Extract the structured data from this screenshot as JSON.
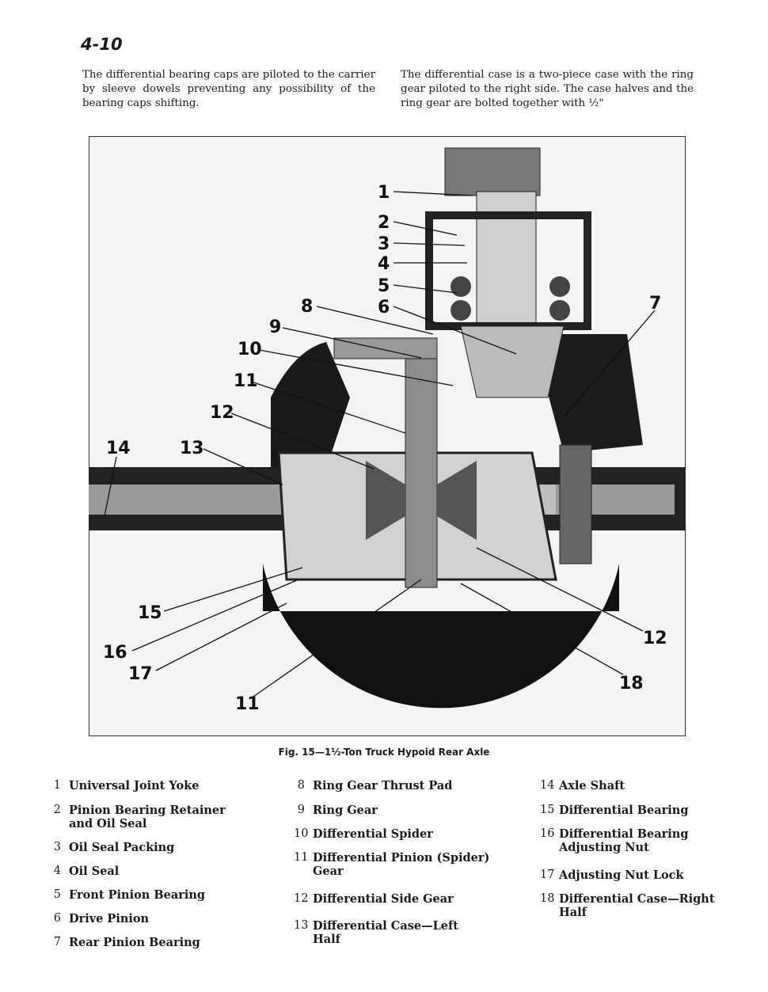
{
  "page_number": "4-10",
  "paragraphs": [
    "The differential bearing caps are piloted to the carrier by sleeve dowels preventing any possibility of the bearing caps shifting.",
    "The differential case is a two-piece case with the ring gear piloted to the right side. The case halves and the ring gear are bolted together with ½\""
  ],
  "figure": {
    "callouts": [
      "1",
      "2",
      "3",
      "4",
      "5",
      "6",
      "7",
      "8",
      "9",
      "10",
      "11",
      "12",
      "13",
      "14",
      "15",
      "16",
      "17",
      "11",
      "12",
      "18"
    ],
    "caption": "Fig. 15—1½-Ton Truck Hypoid Rear Axle"
  },
  "legend": [
    {
      "num": "1",
      "text": "Universal Joint Yoke"
    },
    {
      "num": "2",
      "text": "Pinion Bearing Retainer and Oil Seal"
    },
    {
      "num": "3",
      "text": "Oil Seal Packing"
    },
    {
      "num": "4",
      "text": "Oil Seal"
    },
    {
      "num": "5",
      "text": "Front Pinion Bearing"
    },
    {
      "num": "6",
      "text": "Drive Pinion"
    },
    {
      "num": "7",
      "text": "Rear Pinion Bearing"
    },
    {
      "num": "8",
      "text": "Ring Gear Thrust Pad"
    },
    {
      "num": "9",
      "text": "Ring Gear"
    },
    {
      "num": "10",
      "text": "Differential Spider"
    },
    {
      "num": "11",
      "text": "Differential Pinion (Spider) Gear"
    },
    {
      "num": "12",
      "text": "Differential Side Gear"
    },
    {
      "num": "13",
      "text": "Differential Case—Left Half"
    },
    {
      "num": "14",
      "text": "Axle Shaft"
    },
    {
      "num": "15",
      "text": "Differential Bearing"
    },
    {
      "num": "16",
      "text": "Differential Bearing Adjusting Nut"
    },
    {
      "num": "17",
      "text": "Adjusting Nut Lock"
    },
    {
      "num": "18",
      "text": "Differential Case—Right Half"
    }
  ]
}
